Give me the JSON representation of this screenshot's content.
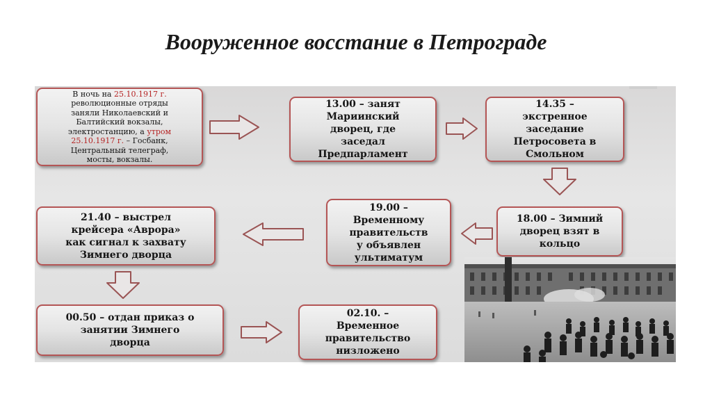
{
  "slide": {
    "title": "Вооруженное восстание в Петрограде"
  },
  "boxes": {
    "box1": {
      "l1a": "В ночь на ",
      "l1b": "25.10.1917 г.",
      "l2": "революционные отряды",
      "l3": "заняли Николаевский и",
      "l4": "Балтийский вокзалы,",
      "l5a": "электростанцию, а ",
      "l5b": "утром",
      "l6a": "25.10.1917 г.",
      "l6b": " – Госбанк,",
      "l7": "Центральный телеграф,",
      "l8": "мосты, вокзалы."
    },
    "box2": {
      "l1": "13.00 – занят",
      "l2": "Мариинский",
      "l3": "дворец, где",
      "l4": "заседал",
      "l5": "Предпарламент"
    },
    "box3": {
      "l1": "14.35 –",
      "l2": "экстренное",
      "l3": "заседание",
      "l4": "Петросовета в",
      "l5": "Смольном"
    },
    "box4": {
      "l1": "18.00 – Зимний",
      "l2": "дворец взят в",
      "l3": "кольцо"
    },
    "box5": {
      "l1": "19.00 –",
      "l2": "Временному",
      "l3": "правительств",
      "l4": "у объявлен",
      "l5": "ультиматум"
    },
    "box6": {
      "l1": "21.40 – выстрел",
      "l2": "крейсера «Аврора»",
      "l3": "как сигнал к захвату",
      "l4": "Зимнего дворца"
    },
    "box7": {
      "l1": "00.50 – отдан приказ о",
      "l2": "занятии Зимнего",
      "l3": "дворца"
    },
    "box8": {
      "l1": "02.10. –",
      "l2": "Временное",
      "l3": "правительство",
      "l4": "низложено"
    }
  },
  "colors": {
    "border": "#b45555",
    "highlight": "#b52222",
    "arrow_fill": "#e9e6e6",
    "arrow_stroke": "#9a5454"
  },
  "photo": {
    "subject": "photograph-winter-palace-crowd"
  }
}
